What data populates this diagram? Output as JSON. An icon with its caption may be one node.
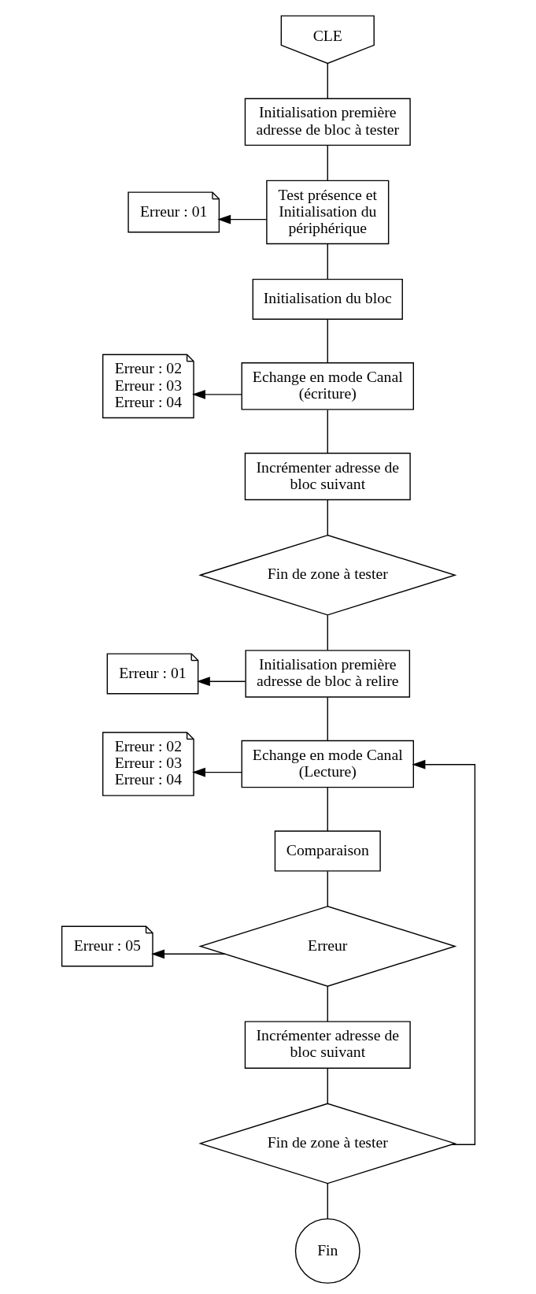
{
  "diagram": {
    "nodes": [
      {
        "text": [
          "CLE"
        ]
      },
      {
        "text": [
          "Initialisation première adresse de bloc à tester"
        ]
      },
      {
        "text": [
          "Erreur : 01"
        ]
      },
      {
        "text": [
          "Test présence et Initialisation du périphérique"
        ]
      },
      {
        "text": [
          "Initialisation du bloc"
        ]
      },
      {
        "text": [
          "Erreur : 02",
          "Erreur : 03",
          "Erreur : 04"
        ]
      },
      {
        "text": [
          "Echange en mode Canal (écriture)"
        ]
      },
      {
        "text": [
          "Incrémenter adresse de bloc suivant"
        ]
      },
      {
        "text": [
          "Fin de zone à tester"
        ]
      },
      {
        "text": [
          "Erreur : 01"
        ]
      },
      {
        "text": [
          "Initialisation première adresse de bloc à relire"
        ]
      },
      {
        "text": [
          "Erreur : 02",
          "Erreur : 03",
          "Erreur : 04"
        ]
      },
      {
        "text": [
          "Echange en mode Canal (Lecture)"
        ]
      },
      {
        "text": [
          "Comparaison"
        ]
      },
      {
        "text": [
          "Erreur : 05"
        ]
      },
      {
        "text": [
          "Erreur"
        ]
      },
      {
        "text": [
          "Incrémenter adresse de bloc suivant"
        ]
      },
      {
        "text": [
          "Fin de zone à tester"
        ]
      },
      {
        "text": [
          "Fin"
        ]
      }
    ],
    "edges": [
      {
        "from": 0,
        "to": 1,
        "arrow": "none"
      },
      {
        "from": 1,
        "to": 3,
        "arrow": "none"
      },
      {
        "from": 3,
        "to": 2,
        "arrow": "to"
      },
      {
        "from": 3,
        "to": 4,
        "arrow": "none"
      },
      {
        "from": 4,
        "to": 6,
        "arrow": "none"
      },
      {
        "from": 6,
        "to": 5,
        "arrow": "to"
      },
      {
        "from": 6,
        "to": 7,
        "arrow": "none"
      },
      {
        "from": 7,
        "to": 8,
        "arrow": "none"
      },
      {
        "from": 8,
        "to": 10,
        "arrow": "none"
      },
      {
        "from": 10,
        "to": 9,
        "arrow": "to"
      },
      {
        "from": 10,
        "to": 12,
        "arrow": "none"
      },
      {
        "from": 12,
        "to": 11,
        "arrow": "to"
      },
      {
        "from": 12,
        "to": 13,
        "arrow": "none"
      },
      {
        "from": 13,
        "to": 15,
        "arrow": "none"
      },
      {
        "from": 15,
        "to": 14,
        "arrow": "to"
      },
      {
        "from": 15,
        "to": 16,
        "arrow": "none"
      },
      {
        "from": 16,
        "to": 17,
        "arrow": "none"
      },
      {
        "from": 17,
        "to": 18,
        "arrow": "none"
      },
      {
        "from": 17,
        "to": 12,
        "arrow": "to"
      }
    ]
  }
}
